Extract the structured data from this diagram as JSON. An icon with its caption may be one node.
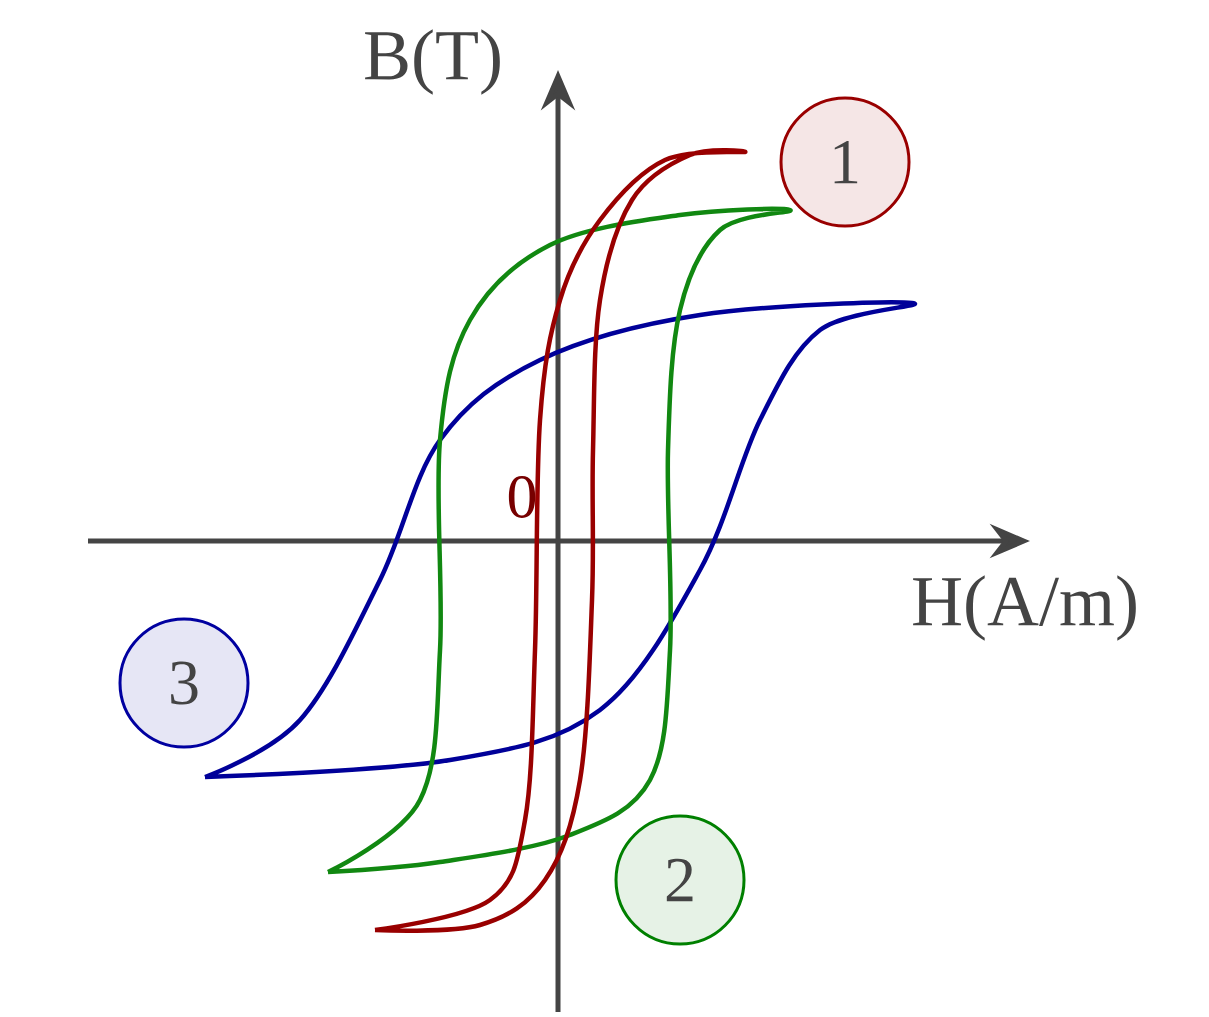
{
  "diagram": {
    "nodes": [
      {
        "text": [
          "1"
        ]
      },
      {
        "text": [
          "3"
        ]
      },
      {
        "text": [
          "2"
        ]
      }
    ],
    "labels": [
      "B(T)",
      "0",
      "H(A/m)"
    ]
  }
}
